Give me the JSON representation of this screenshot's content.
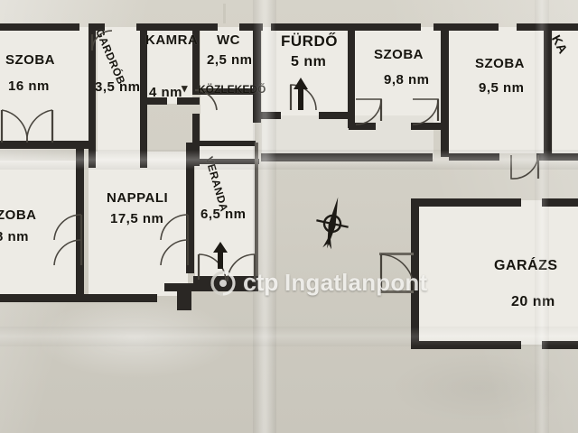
{
  "document": {
    "type": "floor-plan",
    "language": "hu",
    "unit_label": "nm"
  },
  "rooms": [
    {
      "key": "szoba_16",
      "name": "SZOBA",
      "area": "16 nm"
    },
    {
      "key": "gardrob",
      "name": "GARDRÓB",
      "area": "3,5 nm"
    },
    {
      "key": "kamra",
      "name": "KAMRA",
      "area": "4 nm"
    },
    {
      "key": "wc",
      "name": "WC",
      "area": "2,5 nm"
    },
    {
      "key": "furdo",
      "name": "FÜRDŐ",
      "area": "5 nm"
    },
    {
      "key": "szoba_98",
      "name": "SZOBA",
      "area": "9,8 nm"
    },
    {
      "key": "szoba_95",
      "name": "SZOBA",
      "area": "9,5 nm"
    },
    {
      "key": "kamra_2",
      "name": "KA",
      "area": ""
    },
    {
      "key": "szoba_18",
      "name": "ZOBA",
      "area": "8 nm"
    },
    {
      "key": "nappali",
      "name": "NAPPALI",
      "area": "17,5 nm"
    },
    {
      "key": "kozlekedo",
      "name": "KÖZLEKEDŐ",
      "area": ""
    },
    {
      "key": "veranda",
      "name": "VERANDA",
      "area": "6,5 nm"
    },
    {
      "key": "garazs",
      "name": "GARÁZS",
      "area": "20 nm"
    }
  ],
  "annotations": {
    "north_marker": "north-arrow",
    "entry_arrow_veranda": "entry-arrow-up",
    "entry_arrow_furdo": "door-arrow-up"
  },
  "watermark": {
    "brand": "ctp",
    "name": "Ingatlanpont",
    "logo": "circle-logo"
  },
  "colors": {
    "paper": "#d2cfc5",
    "room_fill": "#e9e7e1",
    "wall": "#2a2724",
    "text": "#17150f",
    "watermark_text": "#f2f1ee"
  }
}
